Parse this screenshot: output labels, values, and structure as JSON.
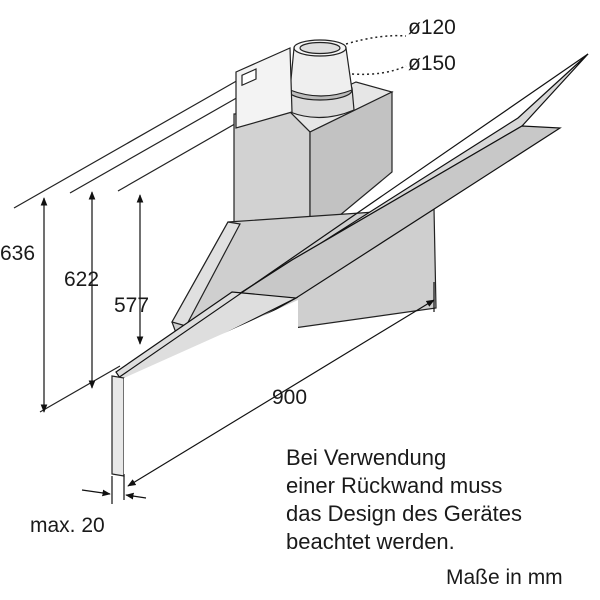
{
  "dimensions": {
    "height_total": "636",
    "height_mid": "622",
    "height_inner": "577",
    "width": "900",
    "max_wall_gap": "max. 20",
    "duct_small": "ø120",
    "duct_large": "ø150"
  },
  "note": {
    "line1": "Bei Verwendung",
    "line2": "einer Rückwand muss",
    "line3": "das Design des Gerätes",
    "line4": "beachtet werden."
  },
  "units": "Maße in mm"
}
